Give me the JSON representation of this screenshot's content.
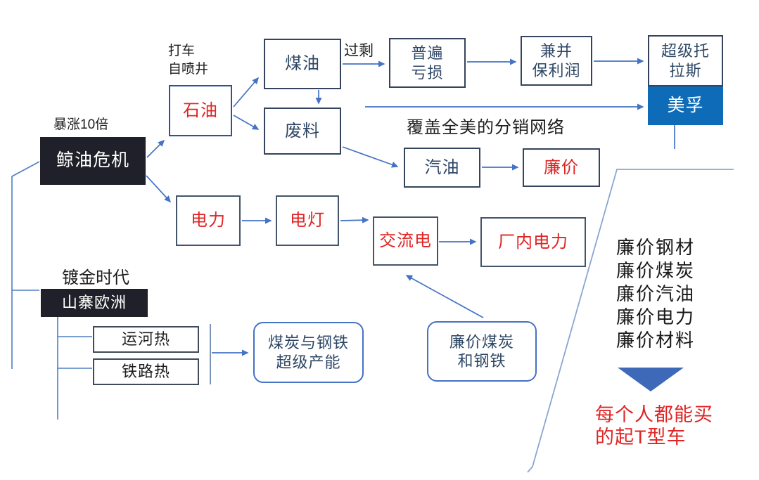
{
  "colors": {
    "connector_blue": "#4472c4",
    "bracket_blue": "#8ba6d2",
    "dark_box_bg": "#20202a",
    "brand_blue_bg": "#0e6bb8",
    "red_text": "#e02424",
    "navy_text": "#2e4765",
    "triangle_fill": "#3e68b8"
  },
  "nodes": {
    "surge_label": "暴涨10倍",
    "whale_crisis": "鲸油危机",
    "drill_note": {
      "lines": [
        "打车",
        "自喷井"
      ]
    },
    "oil": "石油",
    "kerosene": "煤油",
    "surplus_label": "过剩",
    "widespread_loss": {
      "lines": [
        "普遍",
        "亏损"
      ]
    },
    "merger_profit": {
      "lines": [
        "兼并",
        "保利润"
      ]
    },
    "super_trust": {
      "lines": [
        "超级托",
        "拉斯"
      ]
    },
    "mobil": "美孚",
    "waste": "废料",
    "distribution_note": "覆盖全美的分销网络",
    "gasoline": "汽油",
    "cheap": "廉价",
    "electric_power": "电力",
    "electric_lamp": "电灯",
    "ac_current": "交流电",
    "factory_power": "厂内电力",
    "gilded_age_label": "镀金时代",
    "copy_europe": "山寨欧洲",
    "canal_boom": "运河热",
    "railway_boom": "铁路热",
    "steel_capacity": {
      "lines": [
        "煤炭与钢铁",
        "超级产能"
      ]
    },
    "cheap_coal_steel": {
      "lines": [
        "廉价煤炭",
        "和钢铁"
      ]
    },
    "summary_list": {
      "items": [
        "廉价钢材",
        "廉价煤炭",
        "廉价汽油",
        "廉价电力",
        "廉价材料"
      ]
    },
    "model_t_note": {
      "lines": [
        "每个人都能买",
        "的起T型车"
      ]
    }
  }
}
